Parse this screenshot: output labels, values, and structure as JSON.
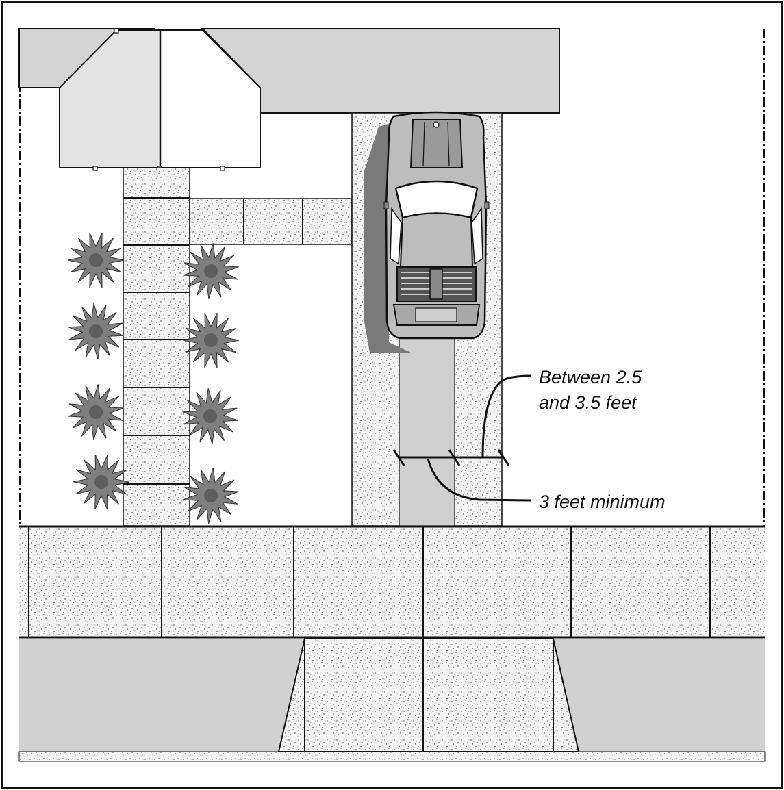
{
  "annotations": {
    "strip_width_line1": "Between 2.5",
    "strip_width_line2": "and 3.5 feet",
    "center_width": "3 feet minimum"
  },
  "colors": {
    "roof": "#d4d4d4",
    "roof_light": "#e6e6e6",
    "concrete": "#f2f2f2",
    "center_strip": "#d0d0d0",
    "car_body": "#bdbdbd",
    "car_shadow": "#7a7a7a",
    "plant": "#7f7f7f",
    "street": "#d1d1d1",
    "line": "#111111"
  },
  "icons": [
    "car-icon",
    "shrub-icon"
  ]
}
